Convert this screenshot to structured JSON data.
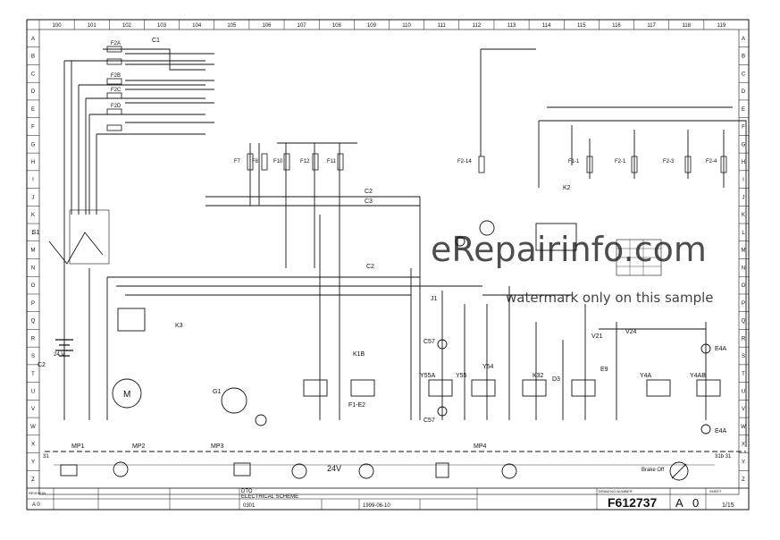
{
  "columns": [
    "100",
    "101",
    "102",
    "103",
    "104",
    "105",
    "106",
    "107",
    "108",
    "109",
    "110",
    "111",
    "112",
    "113",
    "114",
    "115",
    "116",
    "117",
    "118",
    "119"
  ],
  "rows": [
    "A",
    "B",
    "C",
    "D",
    "E",
    "F",
    "G",
    "H",
    "I",
    "J",
    "K",
    "L",
    "M",
    "N",
    "O",
    "P",
    "Q",
    "R",
    "S",
    "T",
    "U",
    "V",
    "W",
    "X",
    "Y",
    "Z"
  ],
  "watermark": {
    "main": "eRepairinfo.com",
    "sub": "watermark only on this sample"
  },
  "fuses": [
    "F2A",
    "F2B",
    "F2C",
    "F2D",
    "F7",
    "F8",
    "F10",
    "F12",
    "F11",
    "F2-14",
    "F1-1",
    "F2-1",
    "F2-3",
    "F2-4"
  ],
  "components": {
    "c1": "C1",
    "c2": "C2",
    "c3": "C3",
    "s1": "S1",
    "k3": "K3",
    "g1": "G1",
    "j1": "J1",
    "k2": "K2",
    "k1b": "K1B",
    "f1e2": "F1-E2",
    "d3": "D3",
    "e9": "E9",
    "v21": "V21",
    "v24": "V24",
    "y55a": "Y55A",
    "y55": "Y55",
    "y54": "Y54",
    "k32": "K32",
    "y4a": "Y4A",
    "y4ab": "Y4AB",
    "c57": "C57",
    "e4a": "E4A",
    "m": "M",
    "battery_v": "24 V",
    "supply_24v": "24V"
  },
  "markers": {
    "mp1": "MP1",
    "mp2": "MP2",
    "mp3": "MP3",
    "mp4": "MP4",
    "x31": "31",
    "brake_off": "Brake Off",
    "x31b": "31b 31"
  },
  "title_block": {
    "rev_header": "REVISION",
    "rev": "A  0",
    "title_line1": "DTO",
    "title_line2": "ELECTRICAL SCHEME",
    "drawing_no_label": "DRAW NO NUMBER",
    "drawing_no": "F612737",
    "revision_letter": "A",
    "revision_no": "0",
    "sheet_label": "SHEET",
    "sheet": "1/15",
    "date_issued": "1999-06-10",
    "valid_from": "0301"
  }
}
